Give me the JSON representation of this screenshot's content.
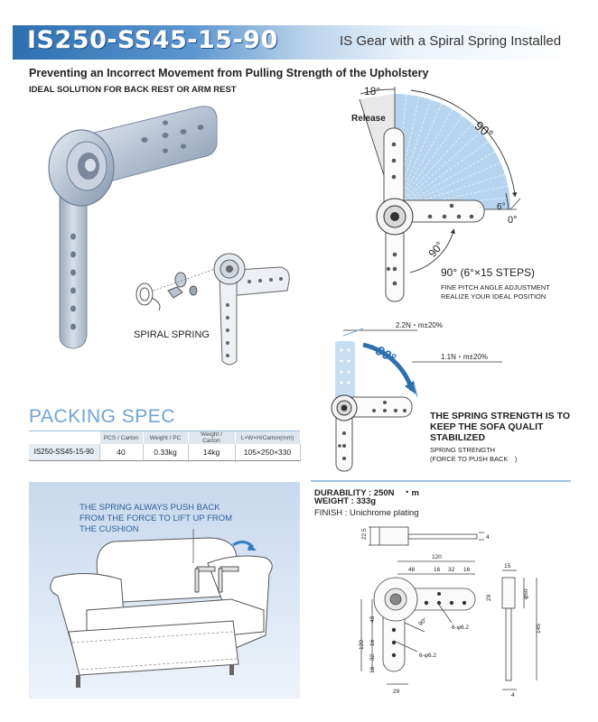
{
  "header": {
    "model": "IS250-SS45-15-90",
    "subtitle": "IS Gear with a Spiral Spring Installed",
    "band_color": "#2e6fb0"
  },
  "headline": "Preventing an Incorrect Movement from Pulling Strength of the Upholstery",
  "subheadline": "IDEAL SOLUTION FOR BACK REST OR ARM REST",
  "parts": {
    "spiral_spring_label": "SPIRAL SPRING"
  },
  "angle_diagram": {
    "release_label": "Release",
    "release_angle": "18°",
    "sweep_angle": "90°",
    "step_angle": "6°",
    "zero_angle": "0°",
    "arm_angle": "90°",
    "steps": "90° (6°×15 STEPS)",
    "fine_1": "FINE PITCH ANGLE ADJUSTMENT",
    "fine_2": "REALIZE YOUR IDEAL POSITION",
    "fan_color": "#a9cdea"
  },
  "strength_diagram": {
    "top_torque": "2.2N・m±20%",
    "bottom_torque": "1.1N・m±20%",
    "angle": "90°",
    "statement": "THE SPRING STRENGTH IS TO KEEP THE SOFA QUALIT STABILIZED",
    "sub_1": "SPRING STRENGTH",
    "sub_2": "(FORCE TO PUSH BACK　)"
  },
  "packing": {
    "title": "PACKING SPEC",
    "headers": [
      "",
      "PCS / Carton",
      "Weight / PC",
      "Weight / Carton",
      "L×W×H/Carton(mm)"
    ],
    "rows": [
      [
        "IS250-SS45-15-90",
        "40",
        "0.33kg",
        "14kg",
        "105×250×330"
      ]
    ]
  },
  "illustration": {
    "caption": "THE SPRING  ALWAYS PUSH BACK FROM THE  FORCE TO LIFT UP FROM THE CUSHION"
  },
  "specs": {
    "durability": "DURABILITY : 250N　・m",
    "weight": "WEIGHT : 333g",
    "finish": "FINISH : Unichrome plating"
  },
  "dimensions": {
    "d22_5": "22.5",
    "d4": "4",
    "d120": "120",
    "d48": "48",
    "d16a": "16",
    "d32": "32",
    "d16b": "16",
    "d15": "15",
    "d29a": "29",
    "d50": "φ50",
    "d145": "145",
    "hole1": "6-φ6.2",
    "hole2": "6-φ6.2",
    "angle": "90°",
    "v48": "48",
    "v16a": "16",
    "v120": "120",
    "v32": "32",
    "v16b": "16",
    "d29b": "29",
    "d4b": "4"
  }
}
